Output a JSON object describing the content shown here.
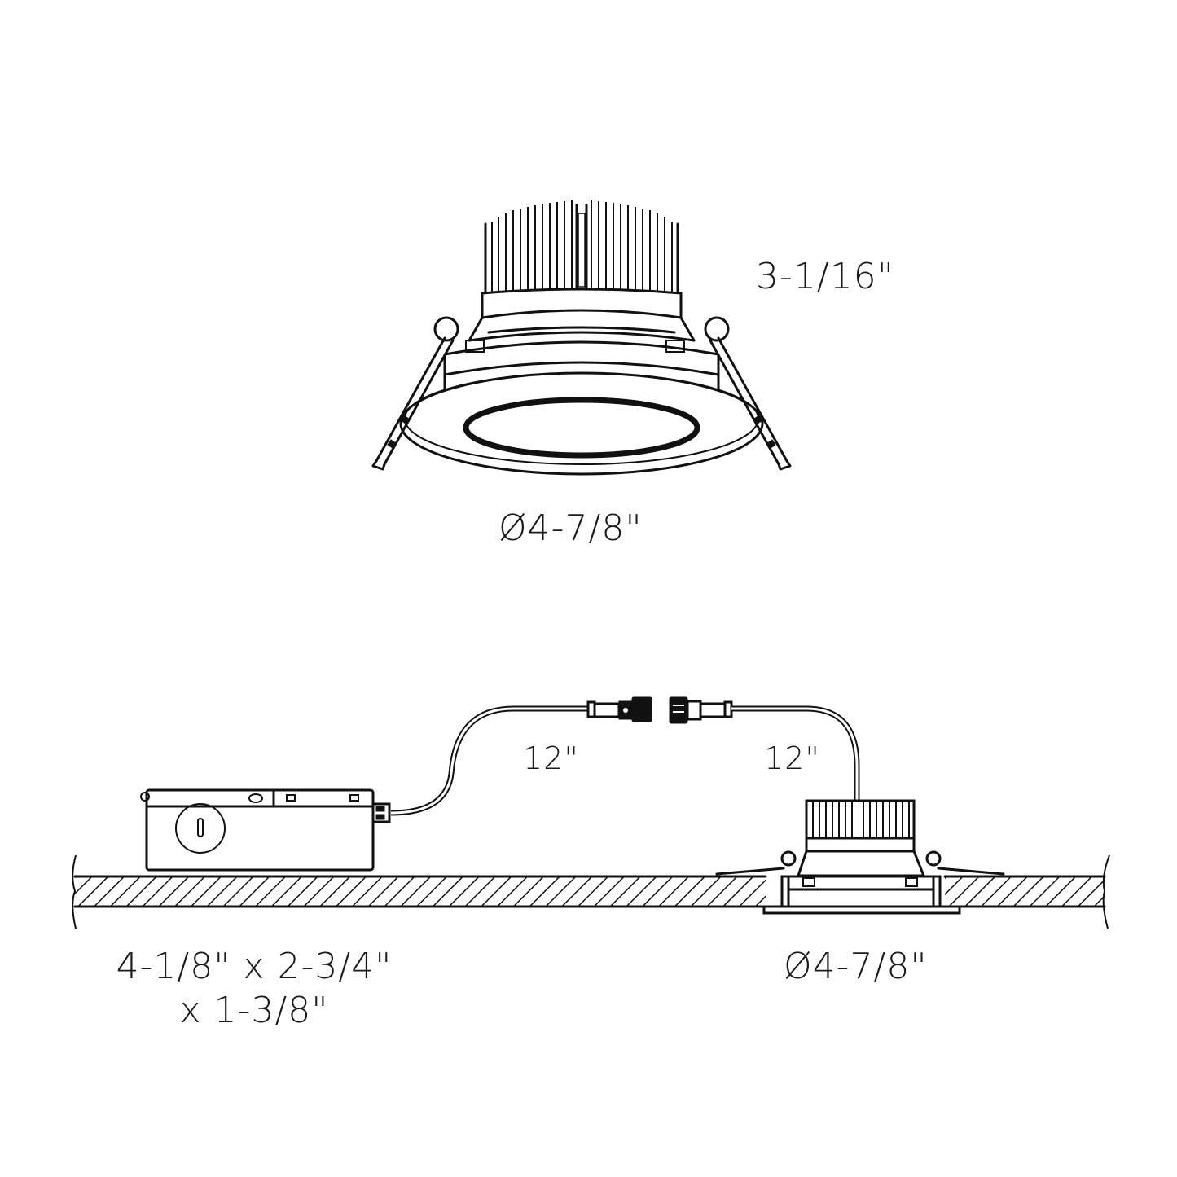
{
  "figure": {
    "top_view": {
      "name": "Recessed downlight fixture (perspective view)",
      "height_label": "3-1/16\"",
      "diameter_label": "Ø4-7/8\""
    },
    "installation_view": {
      "junction_box_label_line1": "4-1/8\" x 2-3/4\"",
      "junction_box_label_line2": "x 1-3/8\"",
      "cable_left_label": "12\"",
      "cable_right_label": "12\"",
      "fixture_diameter_label": "Ø4-7/8\""
    },
    "colors": {
      "line": "#111111",
      "background": "#ffffff"
    }
  }
}
